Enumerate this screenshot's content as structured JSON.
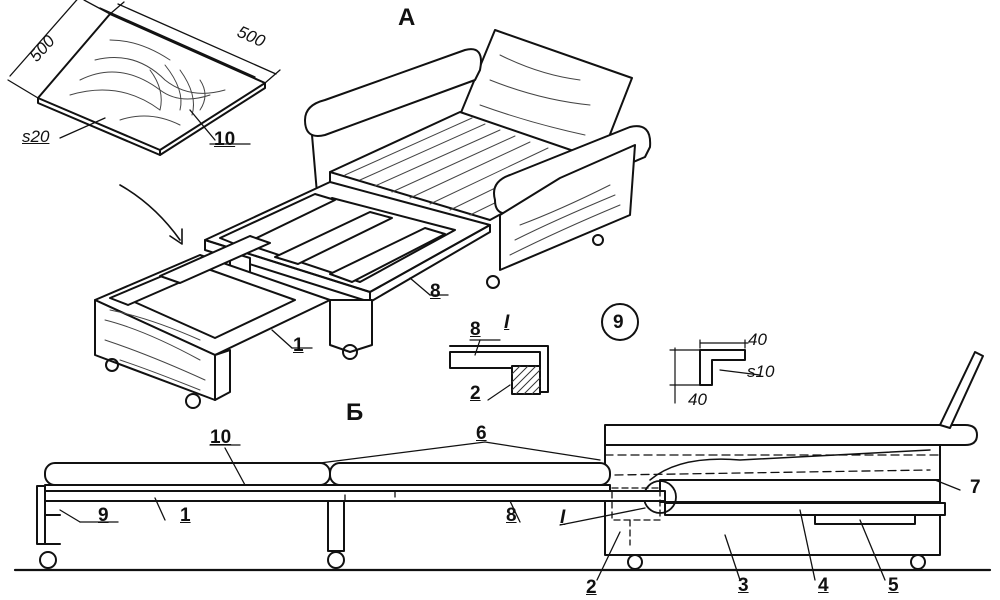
{
  "views": {
    "top": "А",
    "bottom": "Б"
  },
  "panel_dims": {
    "width": "500",
    "depth": "500",
    "thickness": "s20"
  },
  "detail": {
    "mark": "I",
    "circle_no": "9"
  },
  "bracket_dims": {
    "top": "40",
    "bottom": "40",
    "thickness": "s10"
  },
  "top_parts": {
    "panel": "10",
    "rail": "8",
    "frame": "1",
    "bracket": "8",
    "block": "2"
  },
  "bottom_parts": {
    "p10": "10",
    "p6": "6",
    "p9": "9",
    "p1": "1",
    "p8": "8",
    "pI": "I",
    "p2": "2",
    "p3": "3",
    "p4": "4",
    "p5": "5",
    "p7": "7"
  },
  "colors": {
    "ink": "#111111",
    "paper": "#ffffff",
    "hatch": "#333333"
  }
}
